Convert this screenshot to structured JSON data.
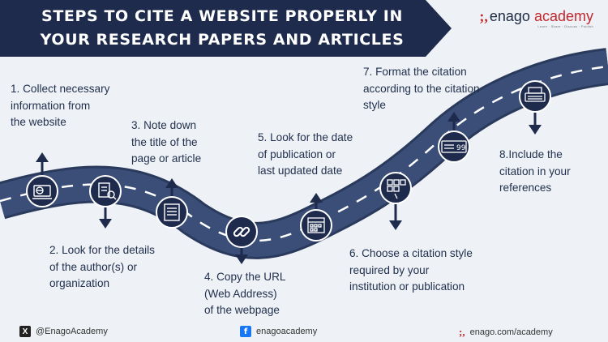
{
  "header": {
    "title_line1": "STEPS TO CITE A WEBSITE PROPERLY IN",
    "title_line2": "YOUR RESEARCH PAPERS AND ARTICLES"
  },
  "logo": {
    "mark": ";,",
    "word": "enago",
    "academy": "academy",
    "tagline": "Learn · Share · Discuss · Publish"
  },
  "steps": [
    {
      "lines": [
        "1. Collect necessary",
        "information from",
        "the website"
      ],
      "icon": "web-research-icon"
    },
    {
      "lines": [
        "2. Look for the details",
        "of the author(s) or",
        "organization"
      ],
      "icon": "document-search-icon"
    },
    {
      "lines": [
        "3. Note down",
        "the title of the",
        "page or article"
      ],
      "icon": "page-icon"
    },
    {
      "lines": [
        "4. Copy the URL",
        "(Web Address)",
        "of the webpage"
      ],
      "icon": "link-icon"
    },
    {
      "lines": [
        "5. Look for the date",
        "of publication or",
        "last updated date"
      ],
      "icon": "calendar-icon"
    },
    {
      "lines": [
        "6. Choose a citation style",
        "required by your",
        "institution or publication"
      ],
      "icon": "grid-options-icon"
    },
    {
      "lines": [
        "7. Format the citation",
        "according to the citation",
        "style"
      ],
      "icon": "quote-format-icon"
    },
    {
      "lines": [
        "8.Include the",
        "citation in your",
        "references"
      ],
      "icon": "typewriter-icon"
    }
  ],
  "footer": {
    "twitter": "@EnagoAcademy",
    "facebook": "enagoacademy",
    "website": "enago.com/academy"
  },
  "colors": {
    "navy": "#1e2b4d",
    "road": "#3b4e78",
    "road_edge": "#2a3a5c",
    "accent_red": "#c2272d",
    "text": "#1f2f4d"
  }
}
